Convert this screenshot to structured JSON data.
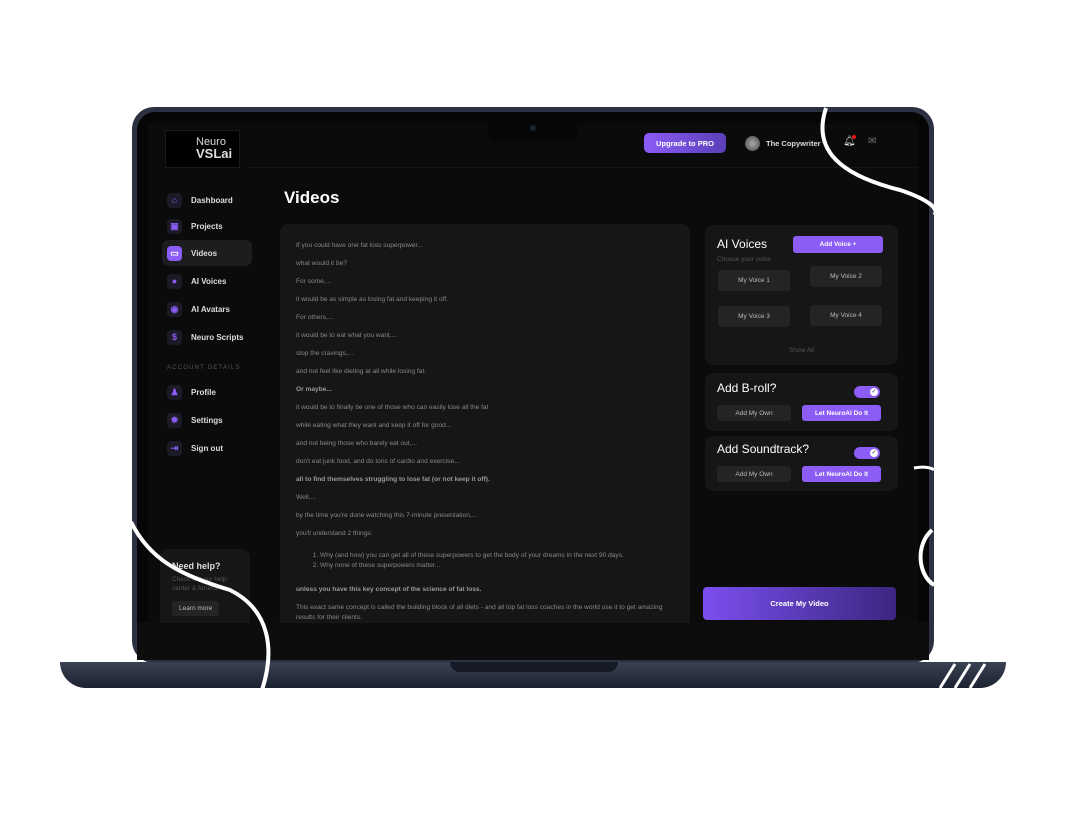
{
  "logo": {
    "line1": "Neuro",
    "line2": "VSLai"
  },
  "header": {
    "upgrade_label": "Upgrade to PRO",
    "user_name": "The Copywriter"
  },
  "sidebar": {
    "items": [
      {
        "label": "Dashboard",
        "icon": "⌂"
      },
      {
        "label": "Projects",
        "icon": "▣"
      },
      {
        "label": "Videos",
        "icon": "▭"
      },
      {
        "label": "AI Voices",
        "icon": "●"
      },
      {
        "label": "AI Avatars",
        "icon": "◉"
      },
      {
        "label": "Neuro Scripts",
        "icon": "$"
      }
    ],
    "section_label": "ACCOUNT DETAILS",
    "account_items": [
      {
        "label": "Profile",
        "icon": "♟"
      },
      {
        "label": "Settings",
        "icon": "✹"
      },
      {
        "label": "Sign out",
        "icon": "⇥"
      }
    ],
    "help": {
      "title": "Need help?",
      "text": "Check out our help center & forums",
      "button": "Learn more"
    }
  },
  "page_title": "Videos",
  "script": {
    "lines": [
      "If you could have one fat loss superpower...",
      "what would it be?",
      "For some,...",
      "it would be as simple as losing fat and keeping it off.",
      "For others,...",
      "it would be to eat what you want,...",
      "stop the cravings,...",
      "and not feel like dieting at all while losing fat.",
      "Or maybe...",
      "it would be to finally be one of those who can easily lose all the fat",
      "while eating what they want and keep it off for good...",
      "and not being those who barely eat out,...",
      "don't eat junk food, and do tons of cardio and exercise...",
      "all to find themselves struggling to lose fat (or not keep it off).",
      "Well,...",
      "by the time you're done watching this 7-minute presentation,...",
      "you'll understand 2 things:"
    ],
    "list": [
      "Why (and how) you can get all of these superpowers to get the body of your dreams in the next 90 days.",
      "Why none of these superpowers matter..."
    ],
    "after": [
      "unless you have this key concept of the science of fat loss.",
      "This exact same concept is called the building block of all diets - and all top fat loss coaches in the world use it to get amazing results for their clients."
    ]
  },
  "voices": {
    "title": "AI Voices",
    "add_label": "Add Voice +",
    "subtitle": "Choose your voice",
    "options": [
      "My Voice 1",
      "My Voice 2",
      "My Voice 3",
      "My Voice 4"
    ],
    "show_all": "Show All"
  },
  "broll": {
    "title": "Add B-roll?",
    "enabled": true,
    "own_label": "Add My Own",
    "ai_label": "Let NeuroAI Do It"
  },
  "soundtrack": {
    "title": "Add Soundtrack?",
    "enabled": true,
    "own_label": "Add My Own",
    "ai_label": "Let NeuroAI Do It"
  },
  "create_label": "Create My Video",
  "colors": {
    "accent": "#8b5cf6",
    "background": "#0b0b0c",
    "card": "#161617"
  }
}
